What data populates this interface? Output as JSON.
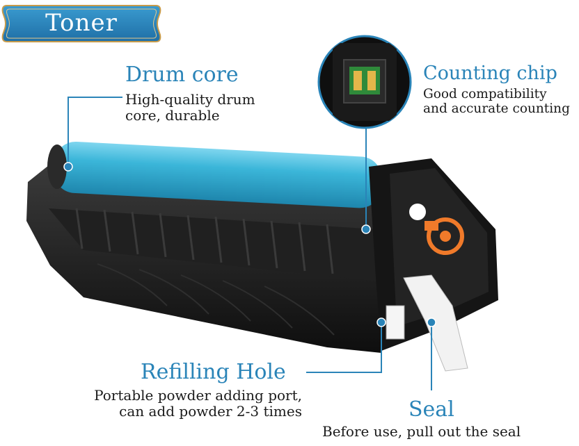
{
  "banner": {
    "label": "Toner",
    "color": "#2a84b8"
  },
  "callouts": {
    "drum": {
      "title": "Drum core",
      "desc_line1": "High-quality drum",
      "desc_line2": "core, durable"
    },
    "chip": {
      "title": "Counting chip",
      "desc_line1": "Good compatibility",
      "desc_line2": "and accurate counting"
    },
    "refill": {
      "title": "Refilling Hole",
      "desc_line1": "Portable powder adding port,",
      "desc_line2": "can add powder 2-3 times"
    },
    "seal": {
      "title": "Seal",
      "desc_line1": "Before use, pull out the seal"
    }
  },
  "colors": {
    "accent": "#2a84b8",
    "drum": "#3bb6d9",
    "cartridge": "#1b1b1b",
    "gear": "#f07a2a",
    "chip": "#2f8a3a"
  }
}
